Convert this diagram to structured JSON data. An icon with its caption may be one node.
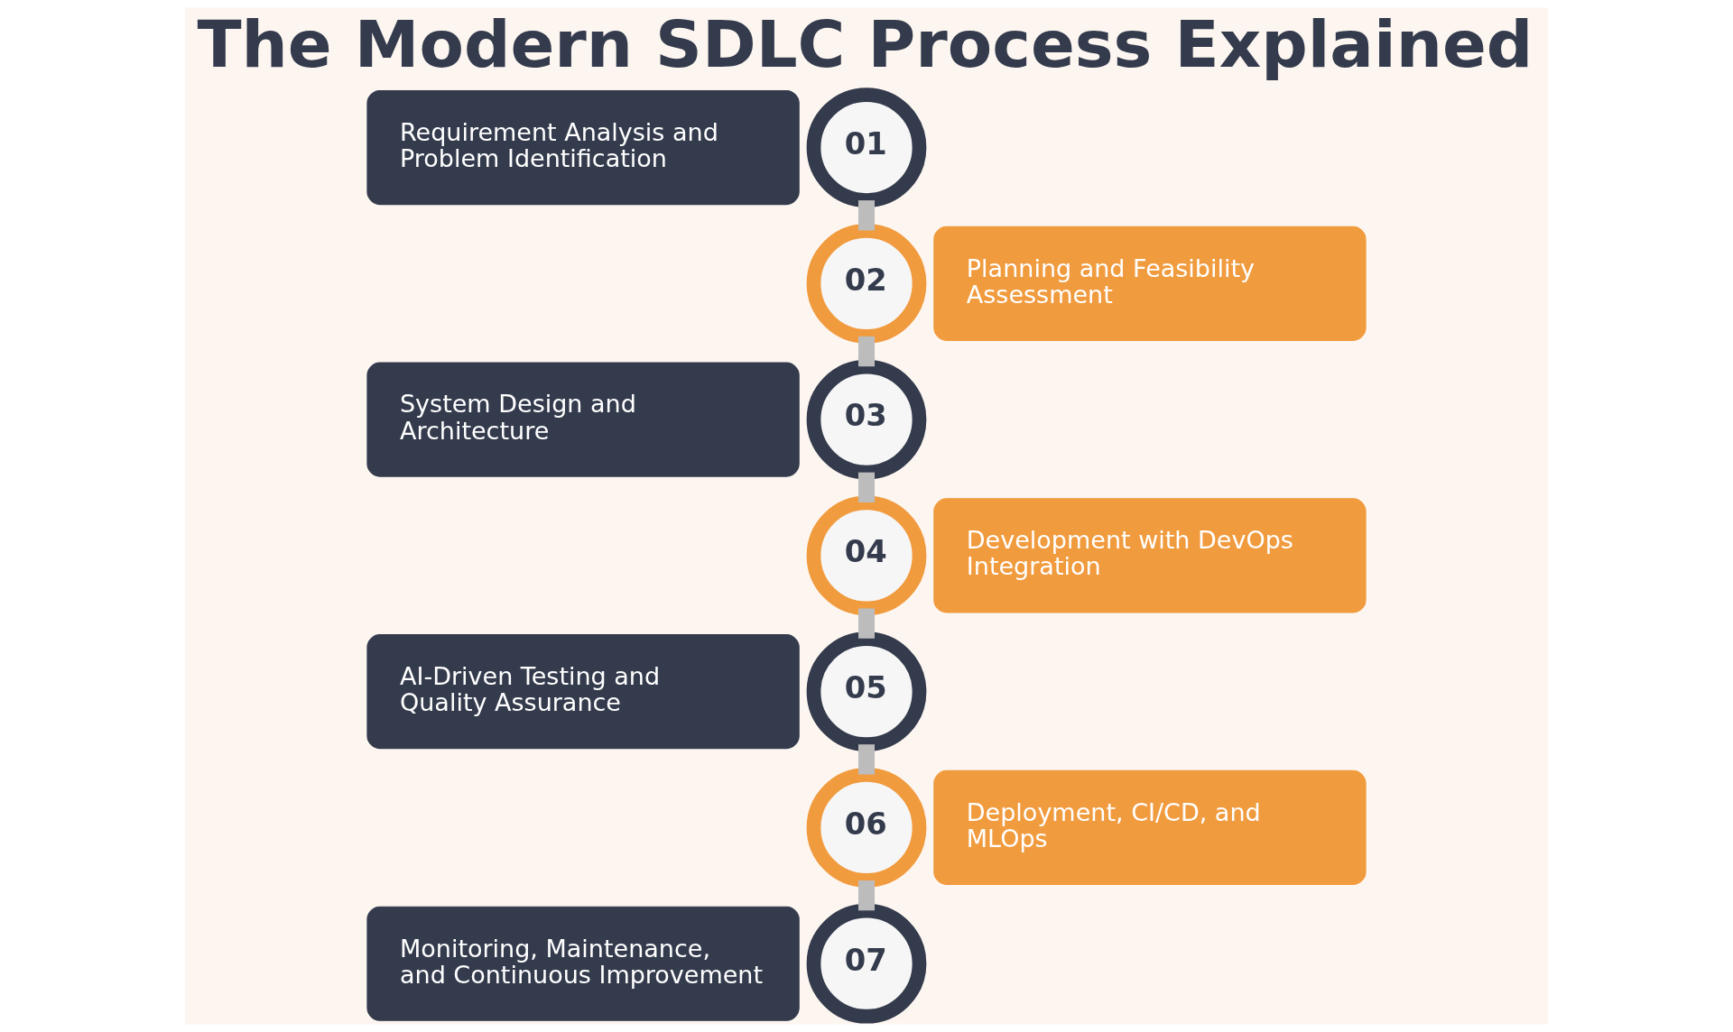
{
  "diagram": {
    "title": "The Modern SDLC Process Explained",
    "nodes": [
      {
        "text": [
          "Requirement Analysis and Problem Identification"
        ]
      },
      {
        "text": [
          "01"
        ]
      },
      {
        "text": [
          "02"
        ]
      },
      {
        "text": [
          "Planning and Feasibility Assessment"
        ]
      },
      {
        "text": [
          "System Design and Architecture"
        ]
      },
      {
        "text": [
          "03"
        ]
      },
      {
        "text": [
          "04"
        ]
      },
      {
        "text": [
          "Development with DevOps Integration"
        ]
      },
      {
        "text": [
          "AI-Driven Testing and Quality Assurance"
        ]
      },
      {
        "text": [
          "05"
        ]
      },
      {
        "text": [
          "06"
        ]
      },
      {
        "text": [
          "Deployment, CI/CD, and MLOps"
        ]
      },
      {
        "text": [
          "Monitoring, Maintenance, and Continuous Improvement"
        ]
      },
      {
        "text": [
          "07"
        ]
      }
    ],
    "edges": [
      {
        "from": 1,
        "to": 2,
        "arrow": "none"
      },
      {
        "from": 2,
        "to": 5,
        "arrow": "none"
      },
      {
        "from": 5,
        "to": 6,
        "arrow": "none"
      },
      {
        "from": 6,
        "to": 9,
        "arrow": "none"
      },
      {
        "from": 9,
        "to": 10,
        "arrow": "none"
      },
      {
        "from": 10,
        "to": 13,
        "arrow": "none"
      }
    ]
  }
}
